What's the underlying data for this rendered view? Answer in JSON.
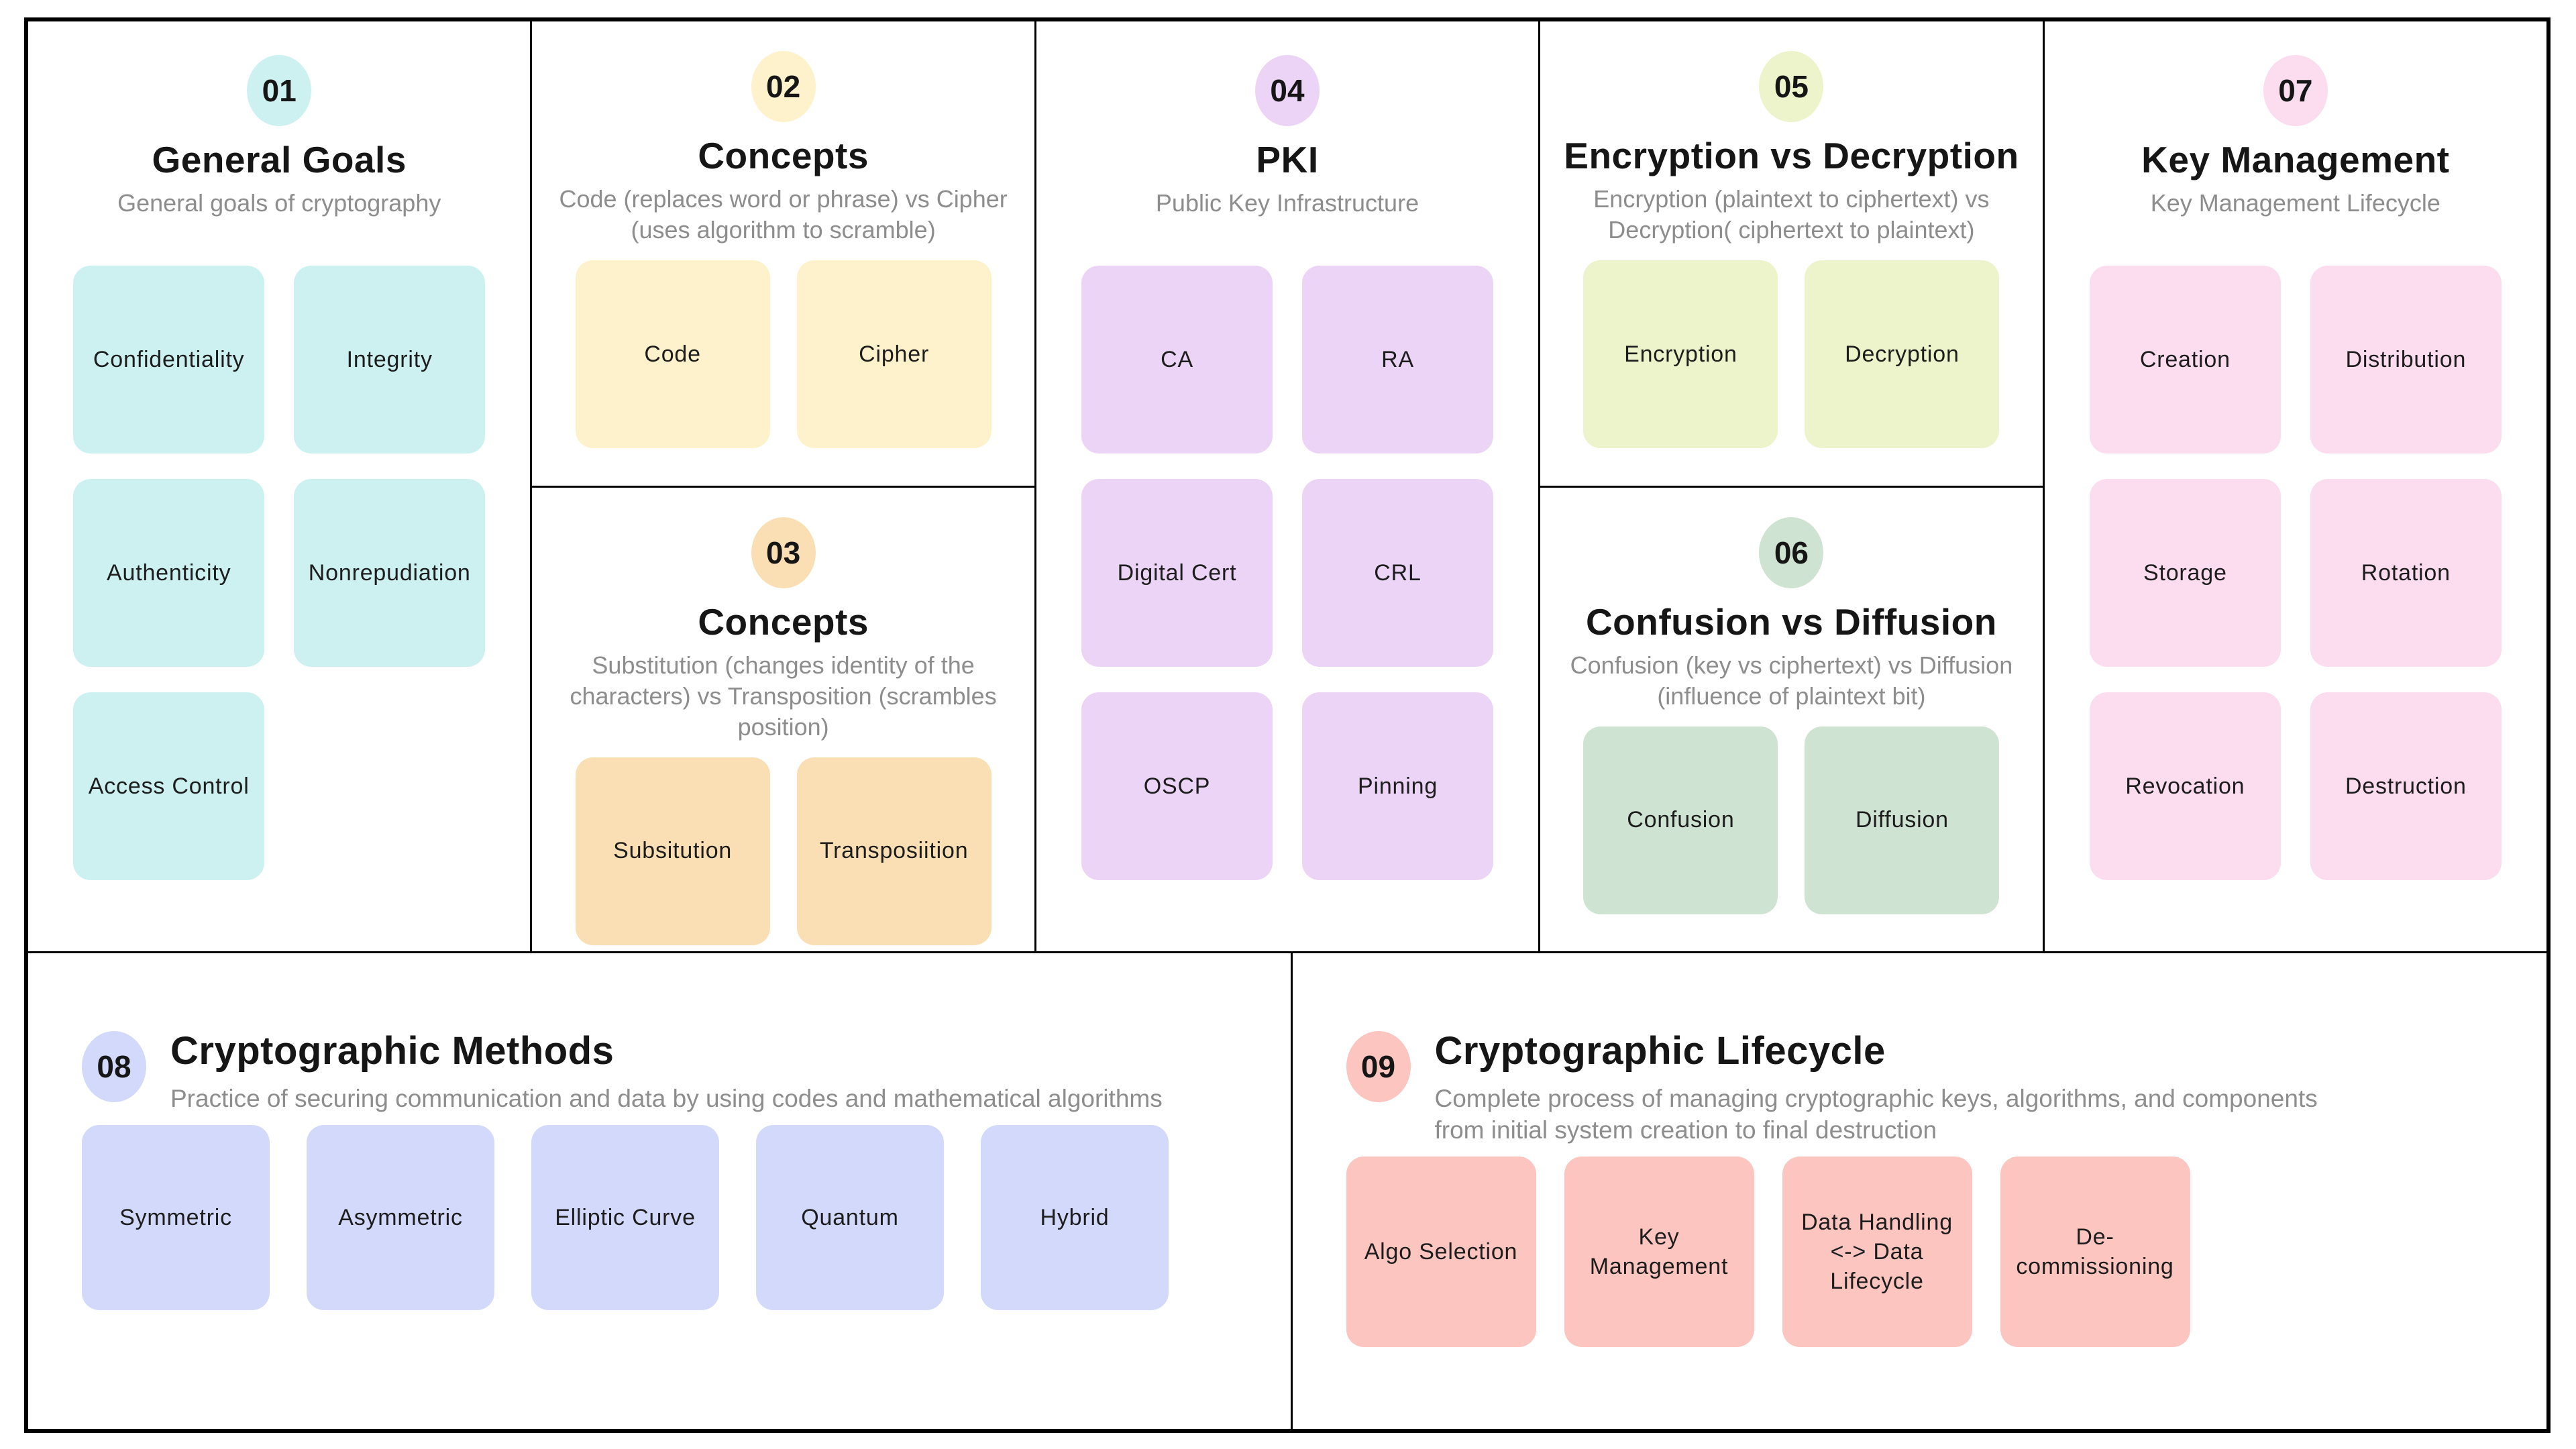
{
  "colors": {
    "background": "#ffffff",
    "border": "#000000",
    "title_text": "#161616",
    "subtitle_text": "#8d8d8d",
    "chip_text": "#1d1d1d"
  },
  "panels": [
    {
      "number": "01",
      "title": "General Goals",
      "subtitle": "General goals of cryptography",
      "color": "#cdf1f1",
      "chips": [
        "Confidentiality",
        "Integrity",
        "Authenticity",
        "Nonrepudiation",
        "Access Control"
      ]
    },
    {
      "number": "02",
      "title": "Concepts",
      "subtitle": "Code (replaces word or phrase) vs Cipher (uses algorithm to scramble)",
      "color": "#fdf2cb",
      "chips": [
        "Code",
        "Cipher"
      ]
    },
    {
      "number": "03",
      "title": "Concepts",
      "subtitle": "Substitution (changes identity of the characters) vs Transposition (scrambles position)",
      "color": "#fbdfb4",
      "chips": [
        "Subsitution",
        "Transposiition"
      ]
    },
    {
      "number": "04",
      "title": "PKI",
      "subtitle": "Public Key Infrastructure",
      "color": "#ecd4f7",
      "chips": [
        "CA",
        "RA",
        "Digital Cert",
        "CRL",
        "OSCP",
        "Pinning"
      ]
    },
    {
      "number": "05",
      "title": "Encryption vs Decryption",
      "subtitle": "Encryption (plaintext to ciphertext) vs Decryption( ciphertext to plaintext)",
      "color": "#edf4cb",
      "chips": [
        "Encryption",
        "Decryption"
      ]
    },
    {
      "number": "06",
      "title": "Confusion vs Diffusion",
      "subtitle": "Confusion (key vs ciphertext) vs Diffusion (influence of plaintext bit)",
      "color": "#cfe3d2",
      "chips": [
        "Confusion",
        "Diffusion"
      ]
    },
    {
      "number": "07",
      "title": "Key Management",
      "subtitle": "Key Management Lifecycle",
      "color": "#fcdcef",
      "chips": [
        "Creation",
        "Distribution",
        "Storage",
        "Rotation",
        "Revocation",
        "Destruction"
      ]
    },
    {
      "number": "08",
      "title": "Cryptographic Methods",
      "subtitle": "Practice of securing communication and data by using codes and mathematical algorithms",
      "color": "#d2d9fa",
      "chips": [
        "Symmetric",
        "Asymmetric",
        "Elliptic Curve",
        "Quantum",
        "Hybrid"
      ]
    },
    {
      "number": "09",
      "title": "Cryptographic Lifecycle",
      "subtitle": "Complete process of managing cryptographic keys, algorithms, and components from initial system creation to final destruction",
      "color": "#fcc5c0",
      "chips": [
        "Algo Selection",
        "Key\nManagement",
        "Data Handling\n<-> Data\nLifecycle",
        "De-\ncommissioning"
      ]
    }
  ]
}
